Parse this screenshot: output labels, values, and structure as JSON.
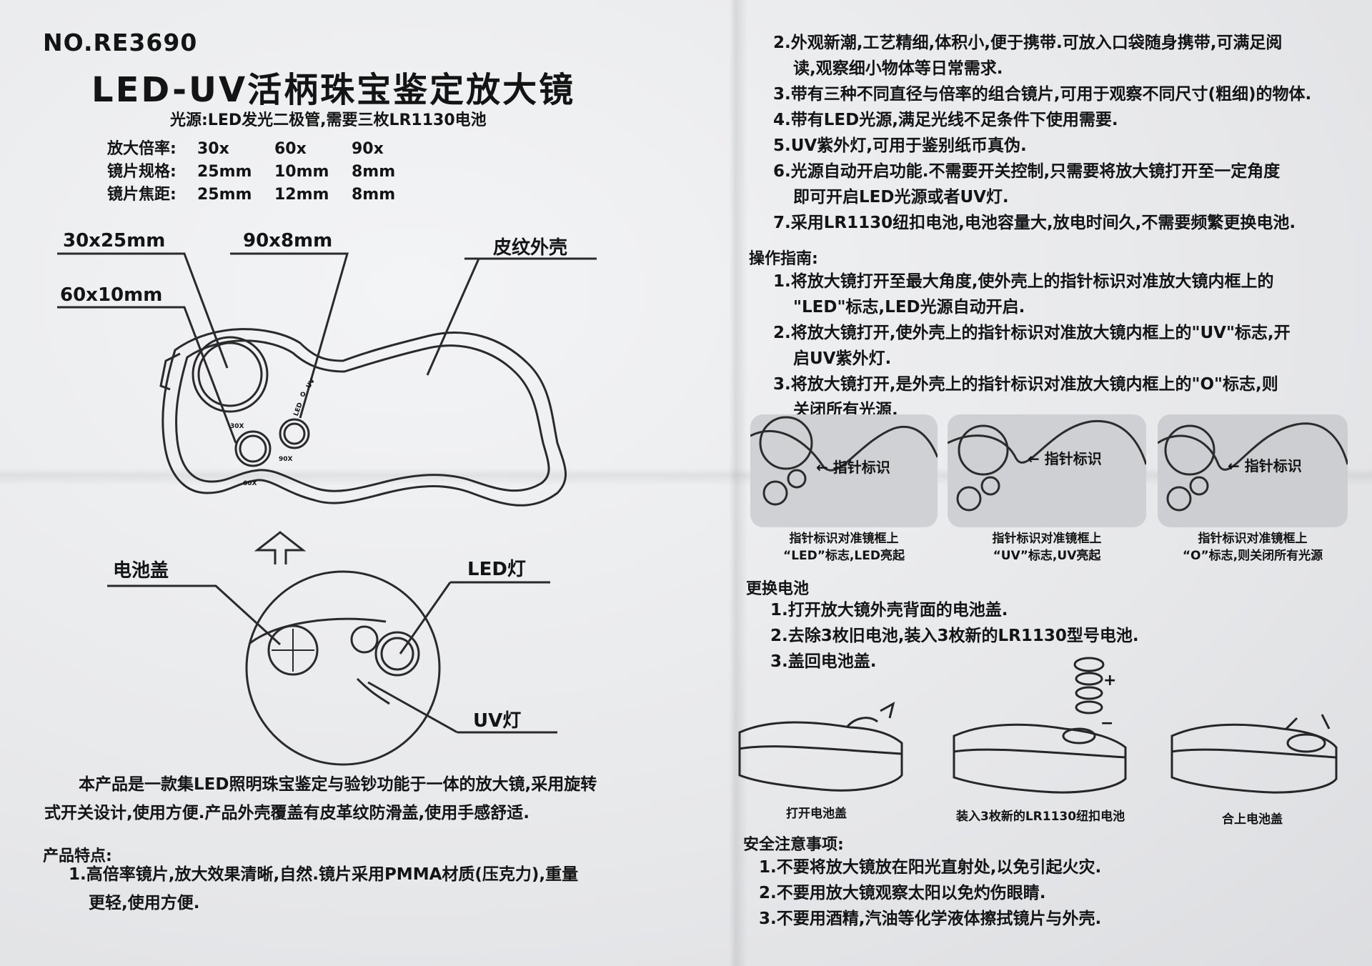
{
  "left": {
    "model": "NO.RE3690",
    "title": "LED-UV活柄珠宝鉴定放大镜",
    "light_source": "光源:LED发光二极管,需要三枚LR1130电池",
    "specs": {
      "rows": [
        {
          "label": "放大倍率:",
          "values": [
            "30x",
            "60x",
            "90x"
          ]
        },
        {
          "label": "镜片规格:",
          "values": [
            "25mm",
            "10mm",
            "8mm"
          ]
        },
        {
          "label": "镜片焦距:",
          "values": [
            "25mm",
            "12mm",
            "8mm"
          ]
        }
      ]
    },
    "callouts": {
      "lens_30": "30x25mm",
      "lens_90": "90x8mm",
      "lens_60": "60x10mm",
      "shell": "皮纹外壳",
      "battery_cover": "电池盖",
      "led": "LED灯",
      "uv": "UV灯"
    },
    "diagram_marks": {
      "m30": "30X",
      "m60": "60X",
      "m90": "90X",
      "led": "LED",
      "uv": "UV",
      "o": "O"
    },
    "description": [
      "本产品是一款集LED照明珠宝鉴定与验钞功能于一体的放大镜,采用旋转",
      "式开关设计,使用方便.产品外壳覆盖有皮革纹防滑盖,使用手感舒适."
    ],
    "features_title": "产品特点:",
    "feature1": [
      "1.高倍率镜片,放大效果清晰,自然.镜片采用PMMA材质(压克力),重量",
      "更轻,使用方便."
    ]
  },
  "right": {
    "features": [
      [
        "2.外观新潮,工艺精细,体积小,便于携带.可放入口袋随身携带,可满足阅",
        "读,观察细小物体等日常需求."
      ],
      [
        "3.带有三种不同直径与倍率的组合镜片,可用于观察不同尺寸(粗细)的物体."
      ],
      [
        "4.带有LED光源,满足光线不足条件下使用需要."
      ],
      [
        "5.UV紫外灯,可用于鉴别纸币真伪."
      ],
      [
        "6.光源自动开启功能.不需要开关控制,只需要将放大镜打开至一定角度",
        "即可开启LED光源或者UV灯."
      ],
      [
        "7.采用LR1130纽扣电池,电池容量大,放电时间久,不需要频繁更换电池."
      ]
    ],
    "operation_title": "操作指南:",
    "operations": [
      [
        "1.将放大镜打开至最大角度,使外壳上的指针标识对准放大镜内框上的",
        "\"LED\"标志,LED光源自动开启."
      ],
      [
        "2.将放大镜打开,使外壳上的指针标识对准放大镜内框上的\"UV\"标志,开",
        "启UV紫外灯."
      ],
      [
        "3.将放大镜打开,是外壳上的指针标识对准放大镜内框上的\"O\"标志,则",
        "关闭所有光源."
      ]
    ],
    "pointer_label": "指针标识",
    "photo_captions": [
      [
        "指针标识对准镜框上",
        "“LED”标志,LED亮起"
      ],
      [
        "指针标识对准镜框上",
        "“UV”标志,UV亮起"
      ],
      [
        "指针标识对准镜框上",
        "“O”标志,则关闭所有光源"
      ]
    ],
    "battery_title": "更换电池",
    "battery_steps": [
      "1.打开放大镜外壳背面的电池盖.",
      "2.去除3枚旧电池,装入3枚新的LR1130型号电池.",
      "3.盖回电池盖."
    ],
    "battery_captions": [
      "打开电池盖",
      "装入3枚新的LR1130纽扣电池",
      "合上电池盖"
    ],
    "plus": "+",
    "minus": "−",
    "safety_title": "安全注意事项:",
    "safety": [
      "1.不要将放大镜放在阳光直射处,以免引起火灾.",
      "2.不要用放大镜观察太阳以免灼伤眼睛.",
      "3.不要用酒精,汽油等化学液体擦拭镜片与外壳."
    ]
  }
}
